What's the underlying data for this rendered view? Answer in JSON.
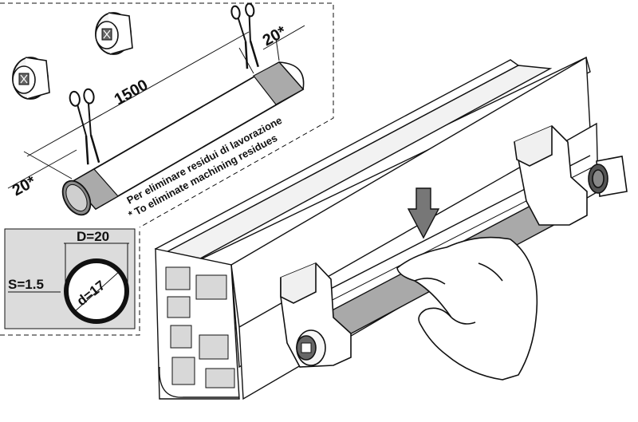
{
  "dimensions": {
    "length": "1500",
    "trim_left": "20*",
    "trim_right": "20*"
  },
  "notes": {
    "italian": "Per eliminare residui di lavorazione",
    "english": "* To eliminate machining residues"
  },
  "section": {
    "outer_diameter": "D=20",
    "inner_diameter": "d=17",
    "wall_thickness": "S=1.5"
  },
  "colors": {
    "tube_grey": "#a9a9a9",
    "section_panel": "#dcdcdc",
    "line": "#111111"
  }
}
